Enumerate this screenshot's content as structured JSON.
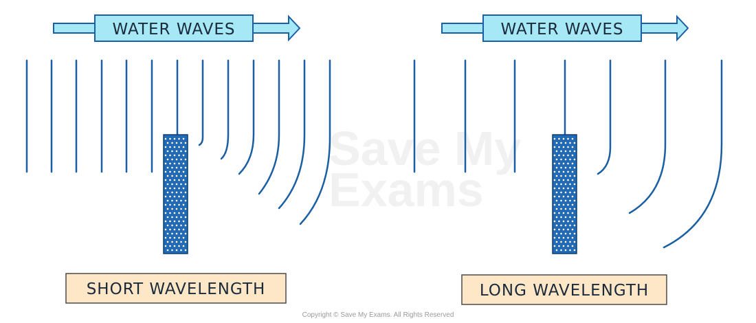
{
  "colors": {
    "wave_line": "#1a5fa3",
    "arrow_fill": "#a6e8f5",
    "arrow_stroke": "#1a5fa3",
    "barrier_fill": "#1f6bb8",
    "barrier_dots": "#ffffff",
    "caption_fill": "#fde7c7",
    "caption_stroke": "#4a4a4a",
    "text": "#1a2a3a",
    "watermark": "#f1f1f1",
    "copyright": "#9a9a9a"
  },
  "panels": [
    {
      "arrow_label": "WATER WAVES",
      "caption": "SHORT WAVELENGTH"
    },
    {
      "arrow_label": "WATER WAVES",
      "caption": "LONG WAVELENGTH"
    }
  ],
  "watermark": {
    "line1": "Save My",
    "line2": "Exams"
  },
  "copyright": "Copyright © Save My Exams. All Rights Reserved"
}
